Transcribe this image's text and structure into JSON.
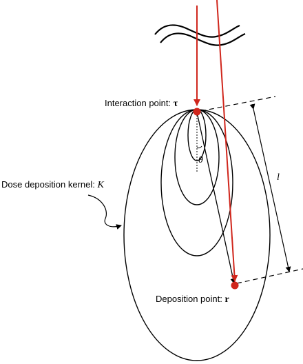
{
  "labels": {
    "interaction_text": "Interaction point: ",
    "interaction_symbol": "τ",
    "kernel_text": "Dose deposition kernel: ",
    "kernel_symbol": "K",
    "deposition_text": "Deposition point: ",
    "deposition_symbol": "r",
    "angle_symbol": "θ",
    "length_symbol": "l"
  },
  "colors": {
    "ray": "#d0261c",
    "line": "#000000",
    "background": "#ffffff"
  }
}
